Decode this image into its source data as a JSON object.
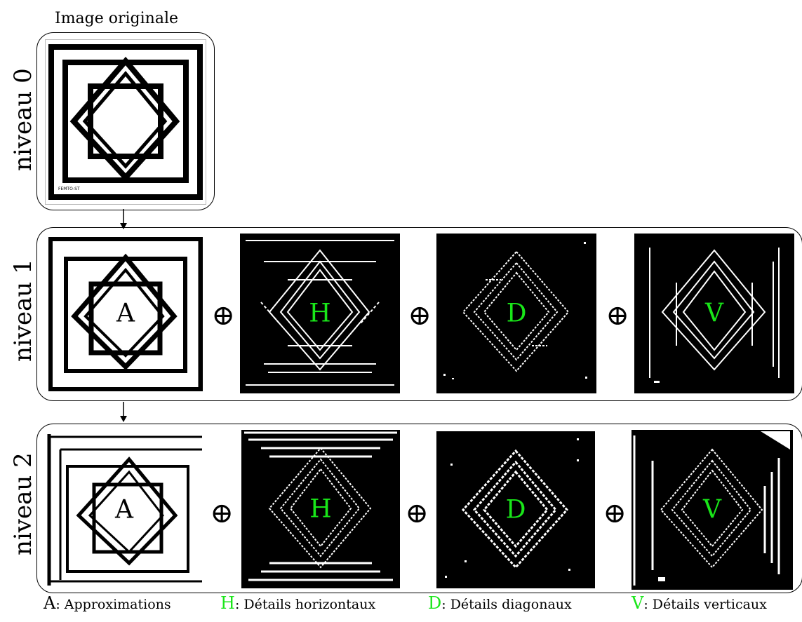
{
  "title": "Image originale",
  "colors": {
    "detail_letter": "#19e619",
    "approx_letter": "#000000",
    "detail_background": "#000000",
    "approx_background": "#ffffff"
  },
  "levels": [
    {
      "label": "niveau 0"
    },
    {
      "label": "niveau 1",
      "tiles": [
        {
          "letter": "A"
        },
        {
          "letter": "H"
        },
        {
          "letter": "D"
        },
        {
          "letter": "V"
        }
      ]
    },
    {
      "label": "niveau 2",
      "tiles": [
        {
          "letter": "A"
        },
        {
          "letter": "H"
        },
        {
          "letter": "D"
        },
        {
          "letter": "V"
        }
      ]
    }
  ],
  "original_caption": "FEMTO-ST",
  "operator_symbol": "⊕",
  "legend": [
    {
      "key": "A",
      "text": ": Approximations"
    },
    {
      "key": "H",
      "text": ": Détails horizontaux"
    },
    {
      "key": "D",
      "text": ": Détails diagonaux"
    },
    {
      "key": "V",
      "text": ": Détails verticaux"
    }
  ]
}
